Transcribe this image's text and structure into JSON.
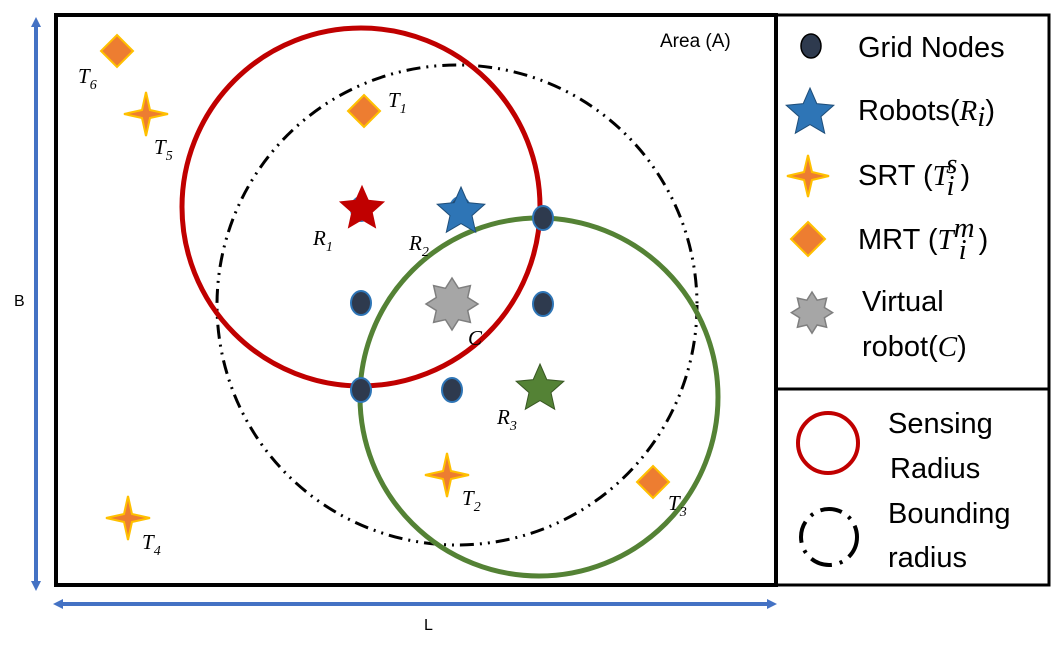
{
  "diagram": {
    "area_label": "Area (A)",
    "dimension_b": "B",
    "dimension_l": "L",
    "target_labels": {
      "t1": {
        "base": "T",
        "sub": "1"
      },
      "t2": {
        "base": "T",
        "sub": "2"
      },
      "t3": {
        "base": "T",
        "sub": "3"
      },
      "t4": {
        "base": "T",
        "sub": "4"
      },
      "t5": {
        "base": "T",
        "sub": "5"
      },
      "t6": {
        "base": "T",
        "sub": "6"
      }
    },
    "robot_labels": {
      "r1": {
        "base": "R",
        "sub": "1"
      },
      "r2": {
        "base": "R",
        "sub": "2"
      },
      "r3": {
        "base": "R",
        "sub": "3"
      }
    },
    "virtual_label": "C"
  },
  "legend": {
    "grid_nodes": "Grid Nodes",
    "robots": {
      "text": "Robots(",
      "base": "R",
      "sub": "i",
      "close": ")"
    },
    "srt": {
      "text": "SRT (",
      "base": "T",
      "sub": "i",
      "sup": "s",
      "close": ")"
    },
    "mrt": {
      "text": "MRT (",
      "base": "T",
      "sub": "i",
      "sup": "m",
      "close": ")"
    },
    "virtual_line1": "Virtual",
    "virtual_line2": {
      "text": "robot(",
      "base": "C",
      "close": ")"
    },
    "sensing_line1": "Sensing",
    "sensing_line2": "Radius",
    "bounding_line1": "Bounding",
    "bounding_line2": "radius"
  },
  "colors": {
    "grid_node": "#2e3a4e",
    "robot_1": "#c00000",
    "robot_2": "#2e75b6",
    "robot_3": "#548235",
    "srt_fill": "#ed7d31",
    "srt_outline": "#ffc000",
    "mrt_fill": "#ed7d31",
    "mrt_outline": "#ffc000",
    "virtual_robot": "#a6a6a6",
    "sensing_circle": "#c00000",
    "sensing_circle_2": "#548235",
    "bounding_circle": "#000000",
    "dimension_arrow": "#4472c4"
  }
}
